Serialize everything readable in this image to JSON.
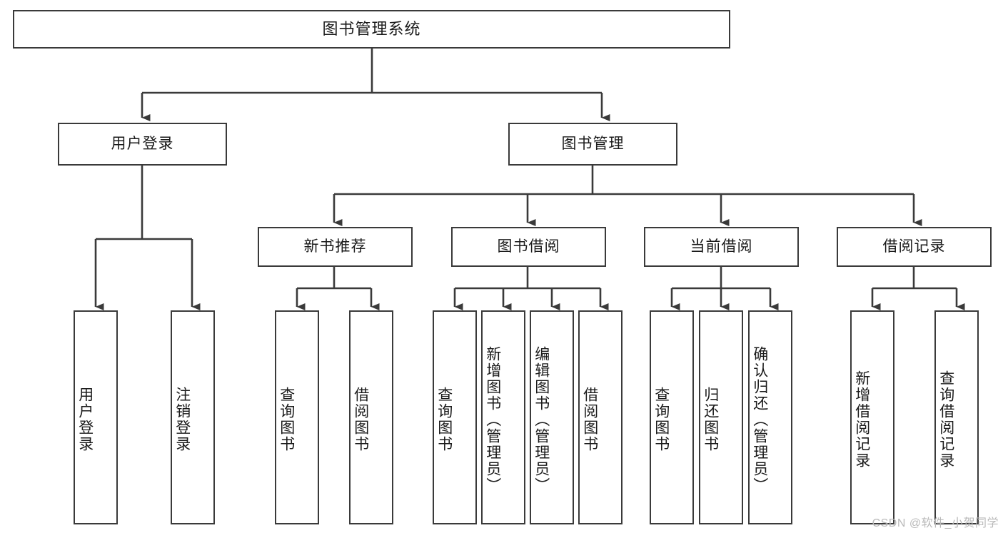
{
  "diagram": {
    "type": "tree",
    "title": "图书管理系统",
    "orientation": "top-down",
    "levels": 4,
    "style": {
      "box_fill": "#ffffff",
      "box_stroke": "#3a3a3a",
      "connector_stroke": "#3a3a3a",
      "text_color": "#1a1a1a",
      "background": "#ffffff"
    }
  },
  "root": {
    "label": "图书管理系统"
  },
  "level2": [
    {
      "label": "用户登录"
    },
    {
      "label": "图书管理"
    }
  ],
  "level3": [
    {
      "label": "新书推荐"
    },
    {
      "label": "图书借阅"
    },
    {
      "label": "当前借阅"
    },
    {
      "label": "借阅记录"
    }
  ],
  "leaves": {
    "user_login": [
      {
        "label": "用户登录"
      },
      {
        "label": "注销登录"
      }
    ],
    "new_book": [
      {
        "label": "查询图书"
      },
      {
        "label": "借阅图书"
      }
    ],
    "book_borrow": [
      {
        "label": "查询图书"
      },
      {
        "label": "新增图书（管理员）"
      },
      {
        "label": "编辑图书（管理员）"
      },
      {
        "label": "借阅图书"
      }
    ],
    "current_borrow": [
      {
        "label": "查询图书"
      },
      {
        "label": "归还图书"
      },
      {
        "label": "确认归还（管理员）"
      }
    ],
    "borrow_record": [
      {
        "label": "新增借阅记录"
      },
      {
        "label": "查询借阅记录"
      }
    ]
  },
  "watermark": {
    "text": "CSDN @软件_小贺同学"
  }
}
